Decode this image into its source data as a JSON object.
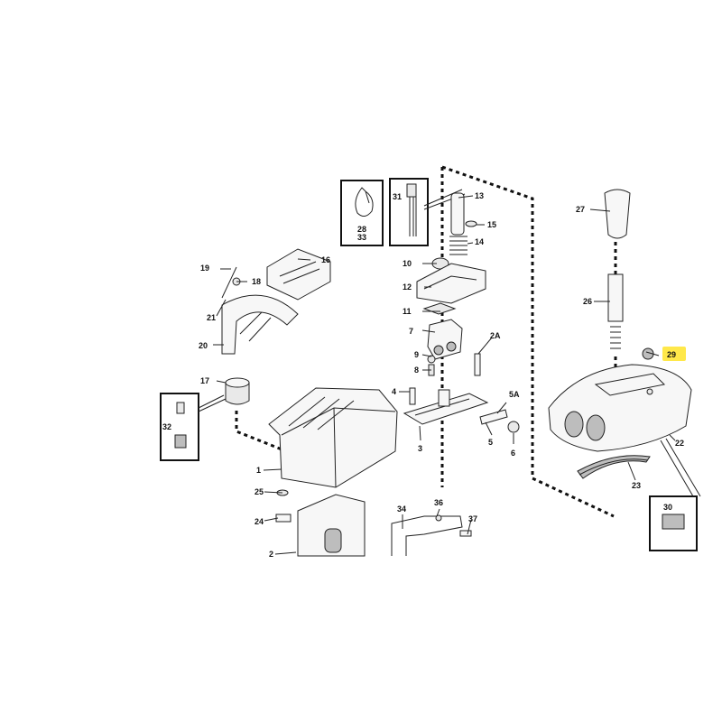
{
  "diagram": {
    "callouts": {
      "c1": "1",
      "c2": "2",
      "c2a": "2A",
      "c3": "3",
      "c4": "4",
      "c5": "5",
      "c5a": "5A",
      "c6": "6",
      "c7": "7",
      "c8": "8",
      "c9": "9",
      "c10": "10",
      "c11": "11",
      "c12": "12",
      "c13": "13",
      "c14": "14",
      "c15": "15",
      "c16": "16",
      "c17": "17",
      "c18": "18",
      "c19": "19",
      "c20": "20",
      "c21": "21",
      "c22": "22",
      "c23": "23",
      "c24": "24",
      "c25": "25",
      "c26": "26",
      "c27": "27",
      "c28": "28",
      "c29": "29",
      "c30": "30",
      "c31": "31",
      "c32": "32",
      "c33": "33",
      "c34": "34",
      "c36": "36",
      "c37": "37"
    },
    "highlight_color": "#ffe84a"
  }
}
